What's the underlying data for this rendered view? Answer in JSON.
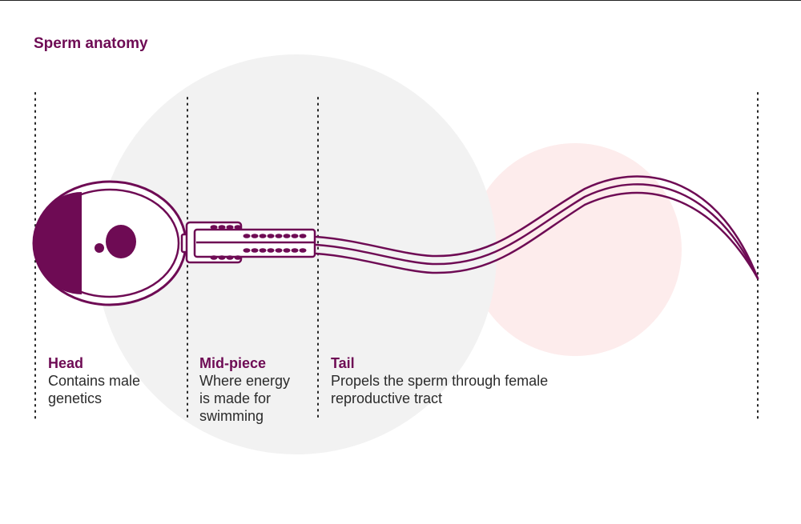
{
  "diagram": {
    "title": "Sperm anatomy",
    "colors": {
      "accent": "#6e0b54",
      "text": "#2b2b2b",
      "gray_circle": "#f2f2f2",
      "pink_circle": "#fdecec"
    },
    "sections": [
      {
        "name": "Head",
        "description": "Contains male\ngenetics"
      },
      {
        "name": "Mid-piece",
        "description": "Where energy\nis made for\nswimming"
      },
      {
        "name": "Tail",
        "description": "Propels the sperm through female\nreproductive tract"
      }
    ]
  }
}
